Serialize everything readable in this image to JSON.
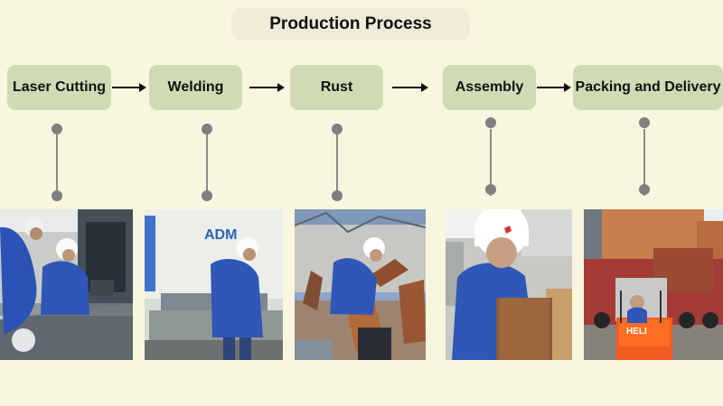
{
  "title": "Production Process",
  "steps": [
    {
      "label": "Laser Cutting"
    },
    {
      "label": "Welding"
    },
    {
      "label": "Rust"
    },
    {
      "label": "Assembly"
    },
    {
      "label": "Packing and Delivery"
    }
  ],
  "photos": [
    {
      "description_icon": "laser-cutting-photo"
    },
    {
      "description_icon": "welding-photo",
      "sign_text": "ADM"
    },
    {
      "description_icon": "rust-photo"
    },
    {
      "description_icon": "assembly-photo"
    },
    {
      "description_icon": "packing-delivery-photo",
      "forklift_text": "HELI"
    }
  ],
  "colors": {
    "background": "#f8f6df",
    "step_fill": "#cfdbb4",
    "title_fill": "#efebd7",
    "workwear_blue": "#2f57b7"
  }
}
